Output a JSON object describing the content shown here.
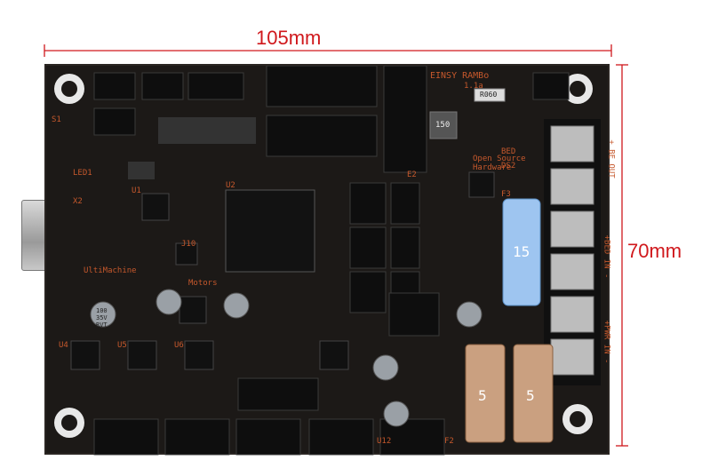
{
  "dimensions": {
    "width_label": "105mm",
    "height_label": "70mm"
  },
  "board": {
    "name": "EINSY RAMBo",
    "version": "1.1a",
    "tagline_1": "Open Source",
    "tagline_2": "Hardware",
    "maker": "UltiMachine",
    "motors_label": "Motors",
    "bed_label": "BED",
    "power_label": "+ BE OUT",
    "power_label_2": "+BED IN -",
    "power_label_3": "+PWR IN -",
    "resistor": "R060",
    "inductor": "150",
    "capacitor_text": [
      "100",
      "35V",
      "RVT"
    ],
    "blue_fuse": "15",
    "orange_fuse": "5",
    "silk_labels": [
      "S1",
      "LED1",
      "U1",
      "U2",
      "U4",
      "U5",
      "U6",
      "J10",
      "E2",
      "X2",
      "F3",
      "DS2",
      "U12",
      "F2"
    ]
  },
  "colors": {
    "board": "#1c1917",
    "accent": "#c5582c",
    "dimension": "#d0181c"
  }
}
